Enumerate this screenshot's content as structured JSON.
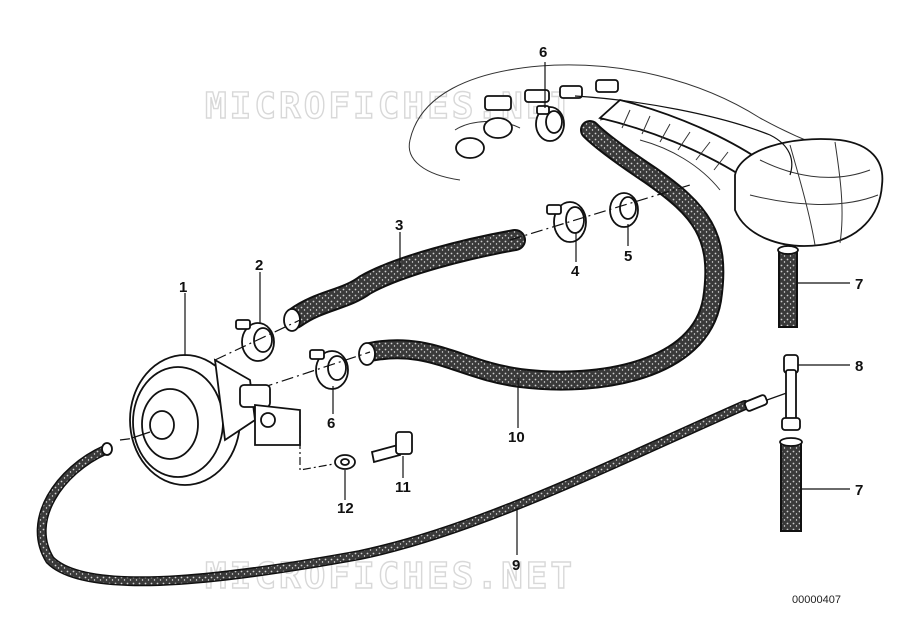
{
  "watermarks": [
    "MICROFICHES.NET",
    "MICROFICHES.NET"
  ],
  "callouts": {
    "c1": "1",
    "c2": "2",
    "c3": "3",
    "c4": "4",
    "c5": "5",
    "c6_top": "6",
    "c6_mid": "6",
    "c7_top": "7",
    "c7_bottom": "7",
    "c8": "8",
    "c9": "9",
    "c10": "10",
    "c11": "11",
    "c12": "12"
  },
  "diagram_code": "00000407"
}
